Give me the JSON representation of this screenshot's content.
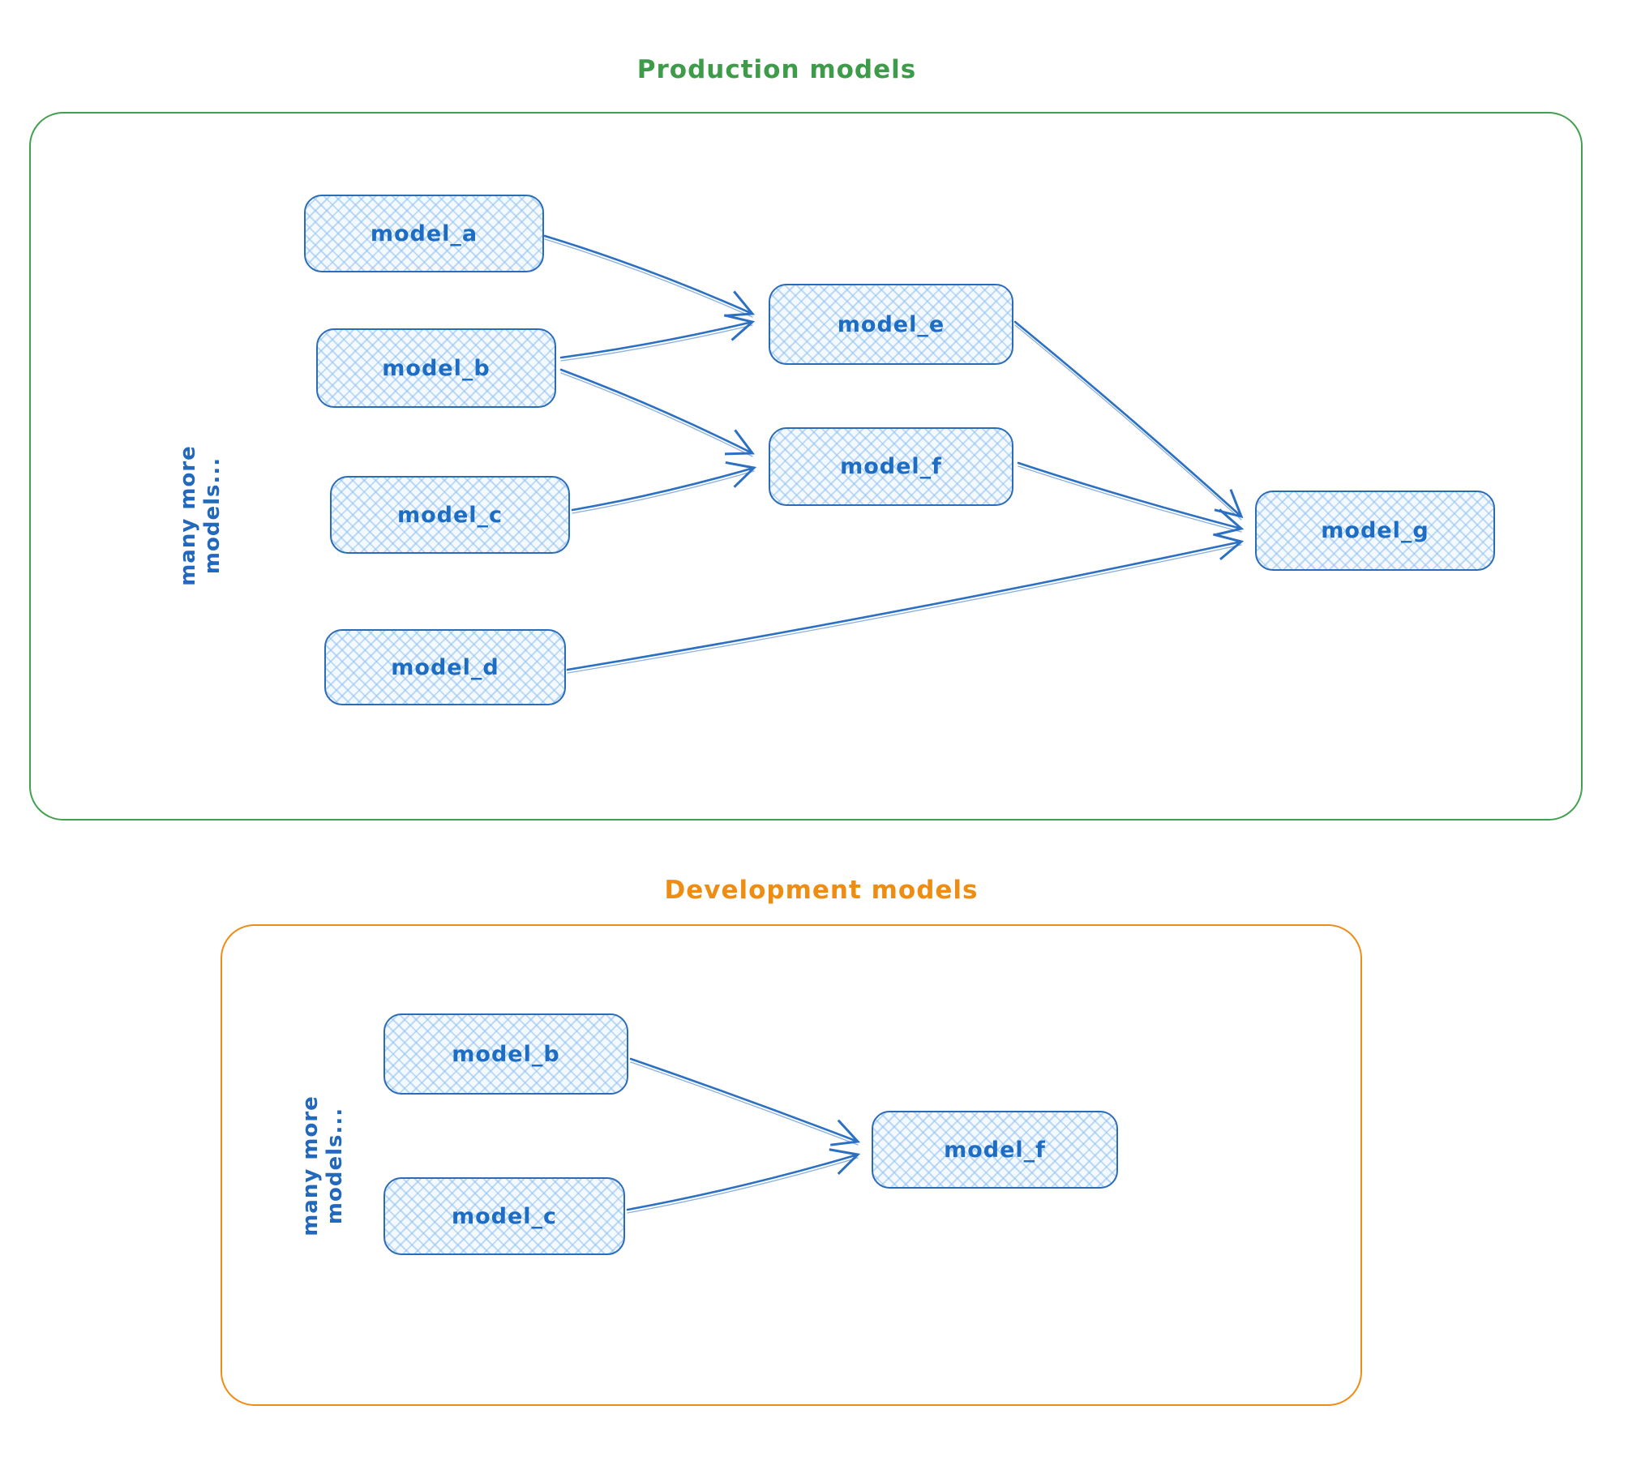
{
  "sections": {
    "production": {
      "title": "Production models",
      "side_label": "many more models...",
      "accent_color": "#41a14e",
      "nodes": {
        "a": "model_a",
        "b": "model_b",
        "c": "model_c",
        "d": "model_d",
        "e": "model_e",
        "f": "model_f",
        "g": "model_g"
      },
      "edges": [
        {
          "from": "model_a",
          "to": "model_e"
        },
        {
          "from": "model_b",
          "to": "model_e"
        },
        {
          "from": "model_b",
          "to": "model_f"
        },
        {
          "from": "model_c",
          "to": "model_f"
        },
        {
          "from": "model_e",
          "to": "model_g"
        },
        {
          "from": "model_f",
          "to": "model_g"
        },
        {
          "from": "model_d",
          "to": "model_g"
        }
      ]
    },
    "development": {
      "title": "Development models",
      "side_label": "many more models...",
      "accent_color": "#ee8d13",
      "nodes": {
        "b": "model_b",
        "c": "model_c",
        "f": "model_f"
      },
      "edges": [
        {
          "from": "model_b",
          "to": "model_f"
        },
        {
          "from": "model_c",
          "to": "model_f"
        }
      ]
    },
    "node_style": {
      "stroke_color": "#2a6cb8",
      "text_color": "#1d6dc4",
      "fill_color": "#d6e9fb"
    }
  }
}
